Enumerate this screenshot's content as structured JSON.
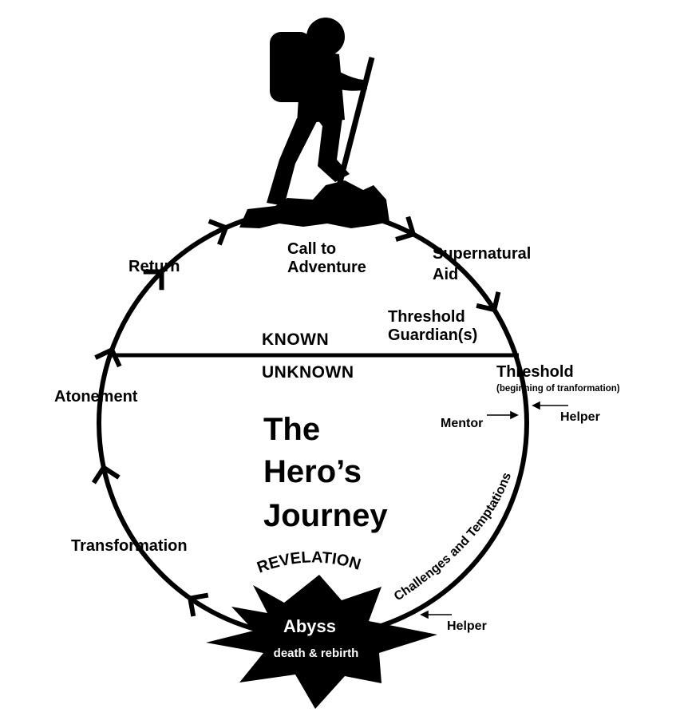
{
  "title_lines": [
    "The",
    "Hero’s",
    "Journey"
  ],
  "zones": {
    "known": "KNOWN",
    "unknown": "UNKNOWN"
  },
  "stages": {
    "call": [
      "Call to",
      "Adventure"
    ],
    "supernatural": [
      "Supernatural",
      "Aid"
    ],
    "guardian": [
      "Threshold",
      "Guardian(s)"
    ],
    "threshold": "Threshold",
    "threshold_note": "(beginning of tranformation)",
    "mentor": "Mentor",
    "helper_top": "Helper",
    "challenges": "Challenges and Temptations",
    "helper_bottom": "Helper",
    "revelation": "REVELATION",
    "abyss": "Abyss",
    "abyss_sub": "death & rebirth",
    "transformation": "Transformation",
    "atonement": "Atonement",
    "return": "Return"
  },
  "colors": {
    "ink": "#000000",
    "paper": "#ffffff"
  },
  "icons": [
    "hiker-silhouette",
    "direction-arrow-icon",
    "abyss-starburst"
  ]
}
